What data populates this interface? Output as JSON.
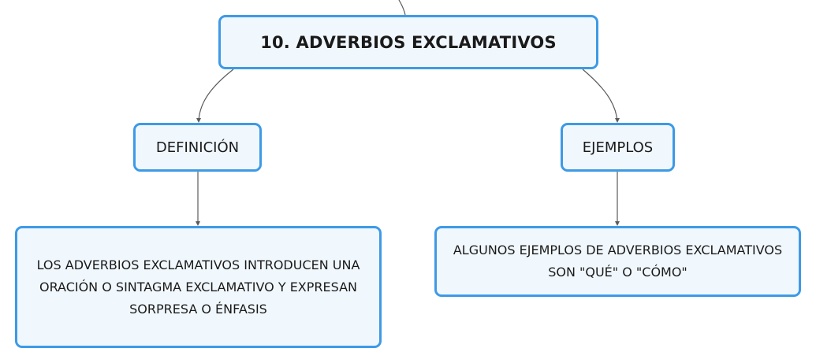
{
  "diagram": {
    "root": {
      "label": "10. ADVERBIOS EXCLAMATIVOS"
    },
    "branches": [
      {
        "label": "DEFINICIÓN",
        "detail": "LOS ADVERBIOS EXCLAMATIVOS INTRODUCEN UNA ORACIÓN O SINTAGMA EXCLAMATIVO Y EXPRESAN SORPRESA O ÉNFASIS"
      },
      {
        "label": "EJEMPLOS",
        "detail": "ALGUNOS EJEMPLOS DE ADVERBIOS EXCLAMATIVOS SON \"QUÉ\" O \"CÓMO\""
      }
    ]
  },
  "colors": {
    "node_border": "#3d9ae6",
    "node_fill": "#f1f8fd",
    "connector": "#5a5a5a",
    "text": "#1a1a1a"
  }
}
